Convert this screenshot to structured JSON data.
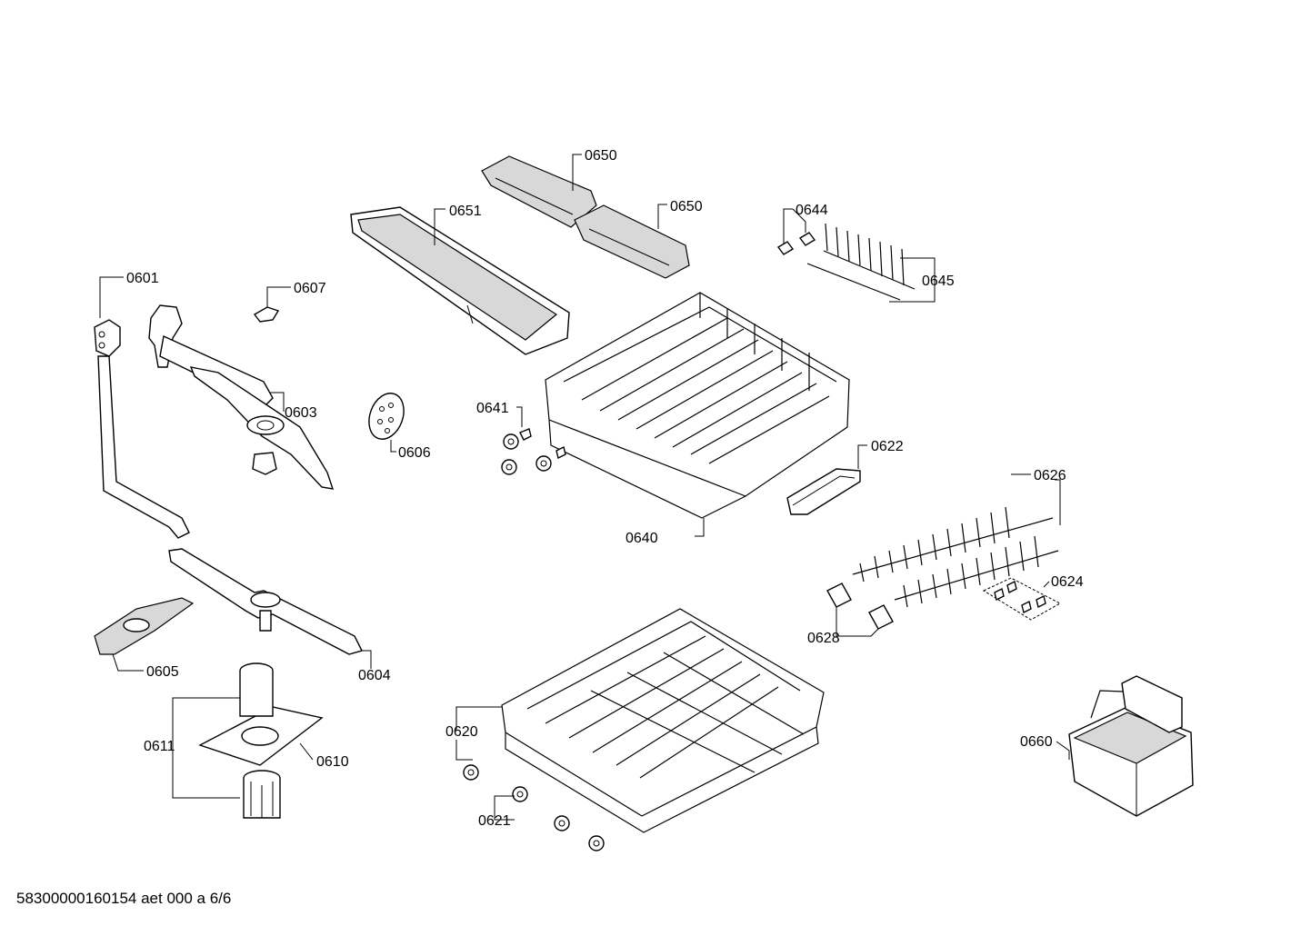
{
  "footer": {
    "doc_id": "58300000160154 aet 000 a 6/6"
  },
  "labels": {
    "p0601": "0601",
    "p0603": "0603",
    "p0604": "0604",
    "p0605": "0605",
    "p0606": "0606",
    "p0607": "0607",
    "p0610": "0610",
    "p0611": "0611",
    "p0620": "0620",
    "p0621": "0621",
    "p0622": "0622",
    "p0624": "0624",
    "p0626": "0626",
    "p0628": "0628",
    "p0640": "0640",
    "p0641": "0641",
    "p0644": "0644",
    "p0645": "0645",
    "p0650a": "0650",
    "p0650b": "0650",
    "p0651": "0651",
    "p0660": "0660"
  }
}
